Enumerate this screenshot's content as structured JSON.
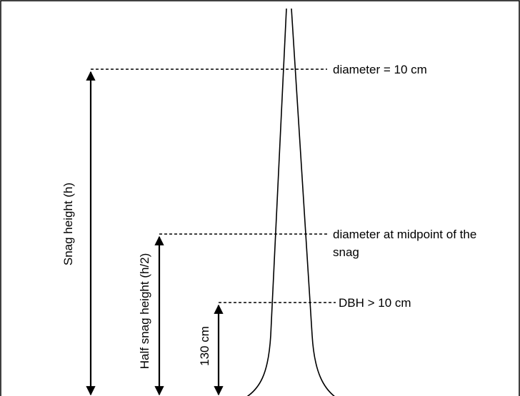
{
  "labels": {
    "top_diameter": "diameter = 10 cm",
    "mid_diameter_line1": "diameter at midpoint of the",
    "mid_diameter_line2": "snag",
    "dbh": "DBH > 10 cm",
    "snag_height": "Snag height (h)",
    "half_snag_height": "Half snag height (h/2)",
    "breast_height": "130 cm"
  },
  "colors": {
    "stroke": "#000000",
    "background": "#ffffff"
  }
}
